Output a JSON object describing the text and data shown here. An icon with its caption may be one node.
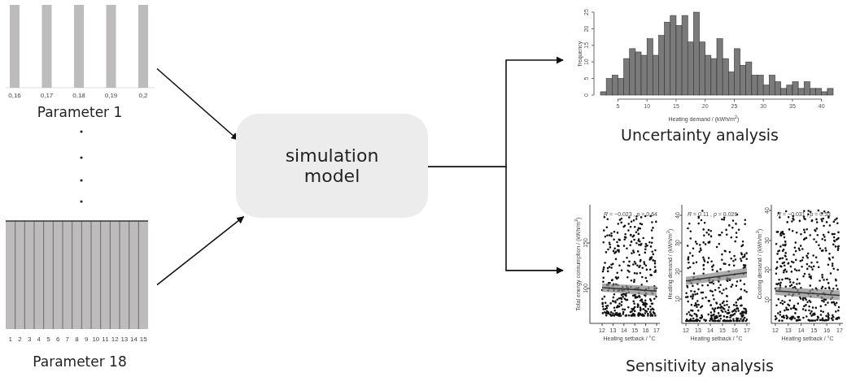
{
  "diagram": {
    "nodes": [
      {
        "text": [
          "Parameter 1"
        ]
      },
      {
        "text": [
          "Parameter 18"
        ]
      },
      {
        "text": [
          "simulation model"
        ]
      },
      {
        "text": [
          "Uncertainty analysis"
        ]
      },
      {
        "text": [
          "Sensitivity analysis"
        ]
      }
    ],
    "edges": [
      {
        "from": 0,
        "to": 2,
        "arrow": "to"
      },
      {
        "from": 1,
        "to": 2,
        "arrow": "to"
      },
      {
        "from": 2,
        "to": 3,
        "arrow": "to"
      },
      {
        "from": 2,
        "to": 4,
        "arrow": "to"
      }
    ],
    "labels": [
      "0,16",
      "0,17",
      "0,18",
      "0,19",
      "0,2",
      "1",
      "2",
      "3",
      "4",
      "5",
      "6",
      "7",
      "8",
      "9",
      "10",
      "11",
      "12",
      "13",
      "14",
      "15",
      "*R* = −0.023 , *p* = 0.64",
      "*R* = 0.11 , *p* = 0.026",
      "*R* = −0.031 , *p* = 0.53",
      "Total energy consumption / (kWh/m$^{2}$)",
      "150",
      "100",
      "12",
      "13",
      "14",
      "15",
      "16",
      "17",
      "Heating setback / °C",
      "Heating demand / (kWh/m$^{2}$)",
      "40",
      "30",
      "20",
      "10",
      "12",
      "13",
      "14",
      "15",
      "16",
      "17",
      "Heating setback / °C",
      "Cooling demand / (kWh/m$^{2}$)",
      "40",
      "30",
      "20",
      "10",
      "12",
      "13",
      "14",
      "15",
      "16",
      "17",
      "Heating setback / °C"
    ],
    "chart_data": {
      "type": "bar",
      "xlabel": "Heating demand / (kWh/m$^{2}$)",
      "ylabel": "frequency",
      "x": [
        2.5,
        3.5,
        4.5,
        5.5,
        6.5,
        7.5,
        8.5,
        9.5,
        10.5,
        11.5,
        12.5,
        13.5,
        14.5,
        15.5,
        16.5,
        17.5,
        18.5,
        19.5,
        20.5,
        21.5,
        22.5,
        23.5,
        24.5,
        25.5,
        26.5,
        27.5,
        28.5,
        29.5,
        30.5,
        31.5,
        32.5,
        33.5,
        34.5,
        35.5,
        36.5,
        37.5,
        38.5,
        39.5,
        40.5,
        41.5
      ],
      "values": [
        1,
        5,
        6,
        5,
        11,
        14,
        13,
        12,
        17,
        12,
        18,
        22,
        24,
        21,
        24,
        16,
        25,
        16,
        12,
        11,
        17,
        11,
        7,
        14,
        9,
        10,
        6,
        6,
        3,
        6,
        4,
        2,
        3,
        4,
        2,
        4,
        2,
        2,
        1,
        2
      ],
      "xlim": [
        2,
        42
      ],
      "ylim": [
        0,
        25
      ],
      "xticks": [
        5,
        10,
        15,
        20,
        25,
        30,
        35,
        40
      ],
      "yticks": [
        0,
        5,
        10,
        15,
        20,
        25
      ]
    }
  }
}
